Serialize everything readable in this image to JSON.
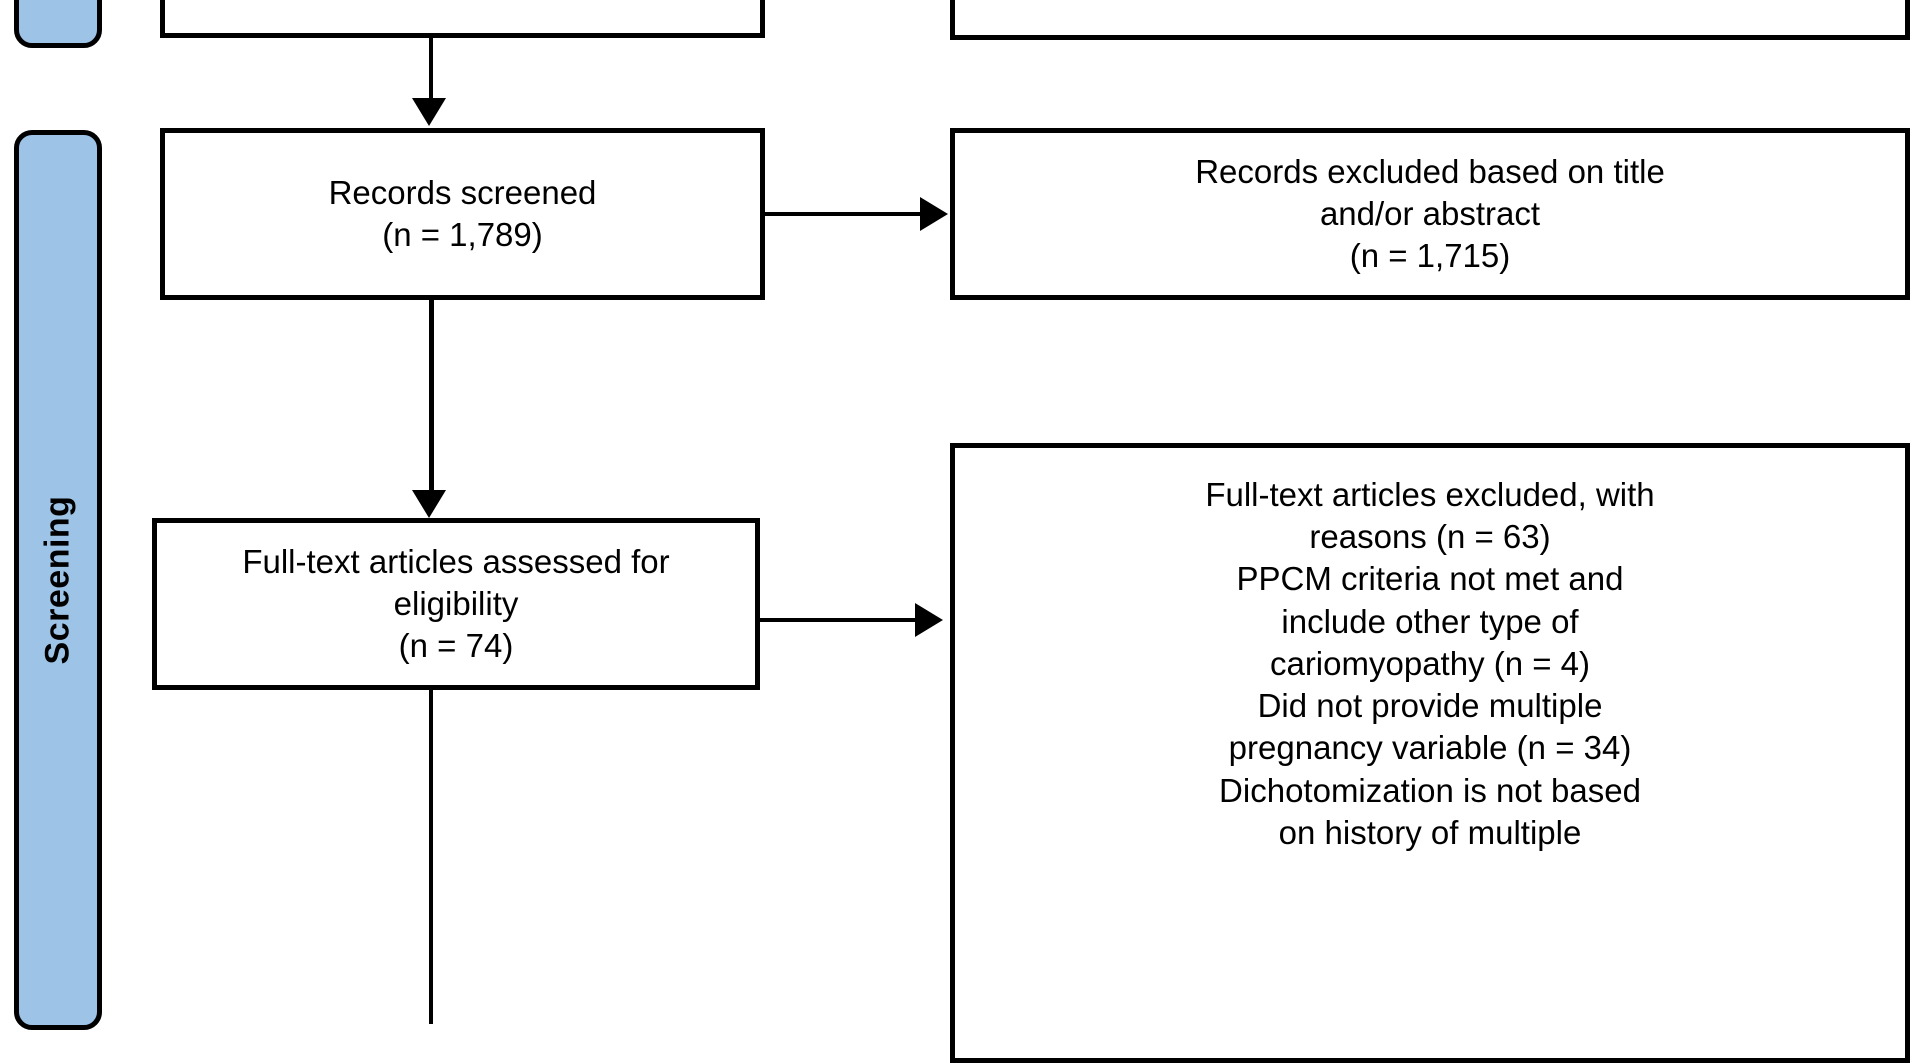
{
  "diagram": {
    "type": "PRISMA flow diagram",
    "stages": [
      {
        "id": "identification",
        "label": ""
      },
      {
        "id": "screening",
        "label": "Screening"
      }
    ],
    "boxes": {
      "identification_top_left": {
        "text": ""
      },
      "identification_top_right": {
        "text": ""
      },
      "records_screened": {
        "line1": "Records screened",
        "line2": "(n = 1,789)",
        "text": "Records screened\n(n = 1,789)",
        "count": "1,789"
      },
      "records_excluded": {
        "line1": "Records excluded based on title",
        "line2": "and/or abstract",
        "line3": "(n = 1,715)",
        "text": "Records excluded based on title\nand/or abstract\n(n = 1,715)",
        "count": "1,715"
      },
      "fulltext_assessed": {
        "line1": "Full-text articles assessed for",
        "line2": "eligibility",
        "line3": "(n = 74)",
        "text": "Full-text articles assessed for\neligibility\n(n = 74)",
        "count": "74"
      },
      "fulltext_excluded": {
        "heading": "Full-text articles excluded, with\nreasons (n = 63)",
        "heading_count": "63",
        "reasons": [
          "PPCM criteria not met and include other type of cariomyopathy (n = 4)",
          "Did not provide multiple pregnancy variable (n = 34)",
          "Dichotomization is not based on history of multiple"
        ],
        "reason_counts": [
          "4",
          "34",
          ""
        ],
        "text": "Full-text articles excluded, with\nreasons (n = 63)\nPPCM criteria not met and\ninclude other type of\ncariomyopathy (n = 4)\nDid not provide multiple\npregnancy variable (n = 34)\nDichotomization is not based\non history of multiple"
      }
    },
    "connectors": [
      {
        "id": "identification-to-screened",
        "direction": "down"
      },
      {
        "id": "screened-to-excluded",
        "direction": "right"
      },
      {
        "id": "screened-to-fulltext",
        "direction": "down"
      },
      {
        "id": "fulltext-to-excluded",
        "direction": "right"
      },
      {
        "id": "fulltext-to-included",
        "direction": "down"
      }
    ],
    "colors": {
      "stage_band_fill": "#9dc3e6",
      "stroke": "#000000",
      "box_fill": "#ffffff",
      "page_background": "#ffffff"
    }
  }
}
